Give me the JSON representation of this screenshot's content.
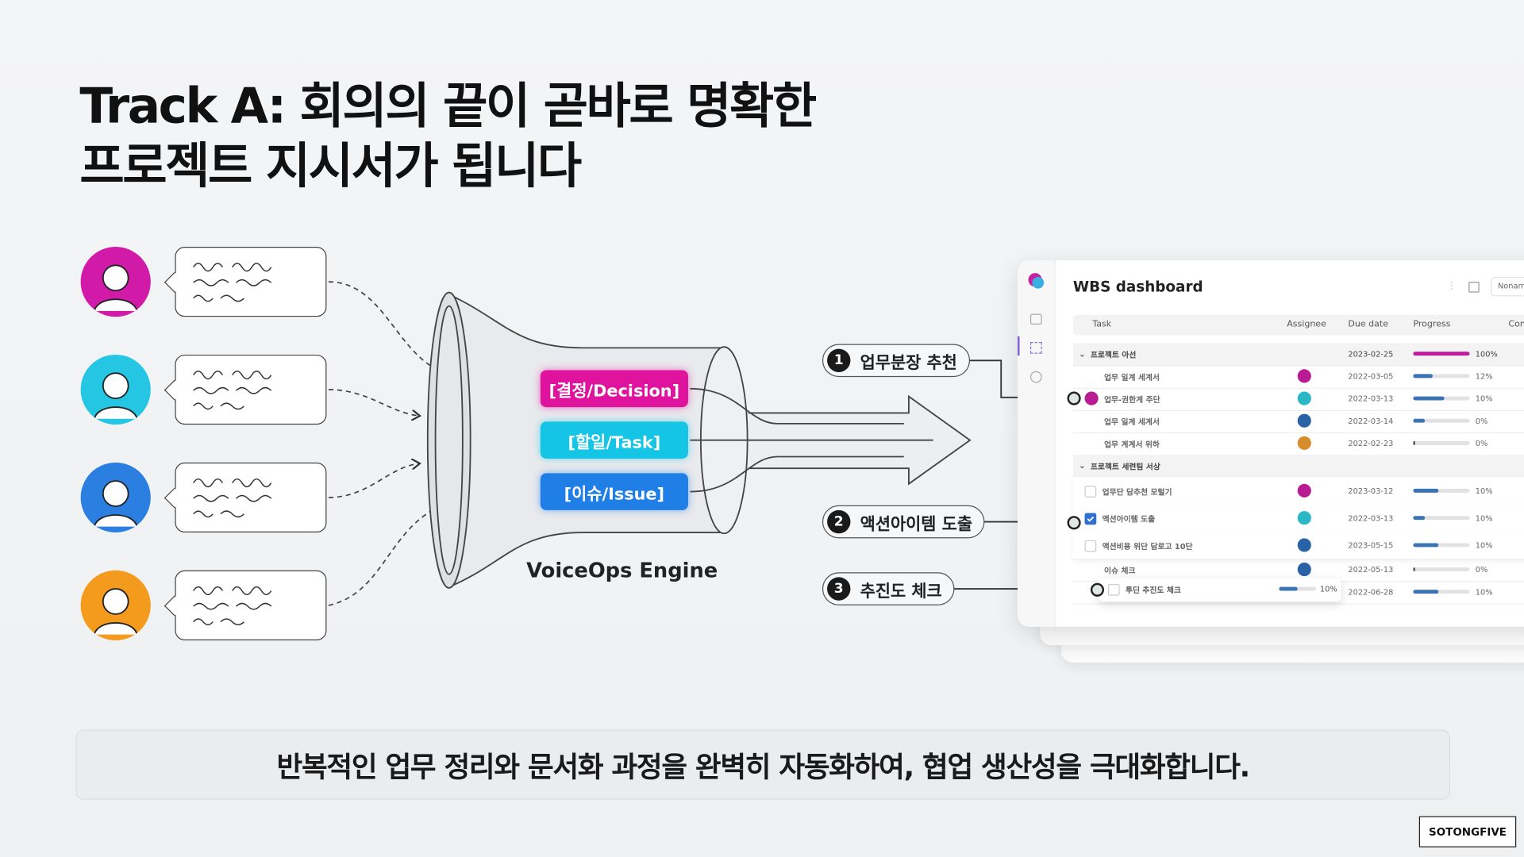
{
  "title": {
    "line1": "Track A: 회의의 끝이 곧바로 명확한",
    "line2": "프로젝트 지시서가 됩니다"
  },
  "participants": [
    {
      "color": "#d21aa9"
    },
    {
      "color": "#25c6e4"
    },
    {
      "color": "#2b7fe0"
    },
    {
      "color": "#f49a1d"
    }
  ],
  "engine": {
    "label": "VoiceOps Engine",
    "tags": [
      {
        "label": "[결정/Decision]",
        "color": "#df139d"
      },
      {
        "label": "[할일/Task]",
        "color": "#14c5e6"
      },
      {
        "label": "[이슈/Issue]",
        "color": "#1f7fe6"
      }
    ]
  },
  "callouts": [
    {
      "num": "1",
      "label": "업무분장 추천"
    },
    {
      "num": "2",
      "label": "액션아이템 도출"
    },
    {
      "num": "3",
      "label": "추진도 체크"
    }
  ],
  "dashboard": {
    "title": "WBS dashboard",
    "filter": "Nonam",
    "columns": [
      "Task",
      "Assignee",
      "Due date",
      "Progress",
      "Con"
    ],
    "rows": [
      {
        "group": true,
        "task": "프로젝트 아선",
        "due": "2023-02-25",
        "progress": 100,
        "label": "100%",
        "color": "#c01a9e"
      },
      {
        "task": "업무 일계 세계서",
        "assignee": "#b81b92",
        "due": "2022-03-05",
        "progress": 35,
        "label": "12%",
        "color": "#3b73b5"
      },
      {
        "task": "업무-권한계 주단",
        "assignee": "#2bb8c6",
        "due": "2022-03-13",
        "progress": 55,
        "label": "10%",
        "color": "#3b73b5",
        "marker": "#b81b92"
      },
      {
        "task": "업무 일계 세계서",
        "assignee": "#2a62a8",
        "due": "2022-03-14",
        "progress": 20,
        "label": "0%",
        "color": "#3b73b5"
      },
      {
        "task": "업무 계계서 위하",
        "assignee": "#d88b2a",
        "due": "2022-02-23",
        "progress": 3,
        "label": "0%",
        "color": "#555"
      },
      {
        "group": true,
        "task": "프로젝트 세련팀 서상"
      },
      {
        "task": "업무단 담추천 모털기",
        "check": false,
        "assignee": "#b81b92",
        "due": "2023-03-12",
        "progress": 45,
        "label": "10%",
        "color": "#3b73b5"
      },
      {
        "task": "액션아이템 도출",
        "check": true,
        "assignee": "#2bb8c6",
        "due": "2022-03-13",
        "progress": 20,
        "label": "10%",
        "color": "#3b73b5"
      },
      {
        "task": "액션비용 위단 담로고 10단",
        "check": false,
        "assignee": "#2a62a8",
        "due": "2023-05-15",
        "progress": 45,
        "label": "10%",
        "color": "#3b73b5"
      },
      {
        "task": "이슈 체크",
        "assignee": "#2a62a8",
        "due": "2022-05-13",
        "progress": 3,
        "label": "0%",
        "color": "#555"
      },
      {
        "task": "",
        "due": "2022-06-28",
        "progress": 45,
        "label": "10%",
        "color": "#3b73b5"
      }
    ],
    "floating": {
      "task": "투딘 추진도 체크",
      "progress": 50,
      "label": "10%"
    }
  },
  "banner": "반복적인 업무 정리와 문서화 과정을 완벽히 자동화하여, 협업 생산성을 극대화합니다.",
  "watermark": "SOTONGFIVE"
}
